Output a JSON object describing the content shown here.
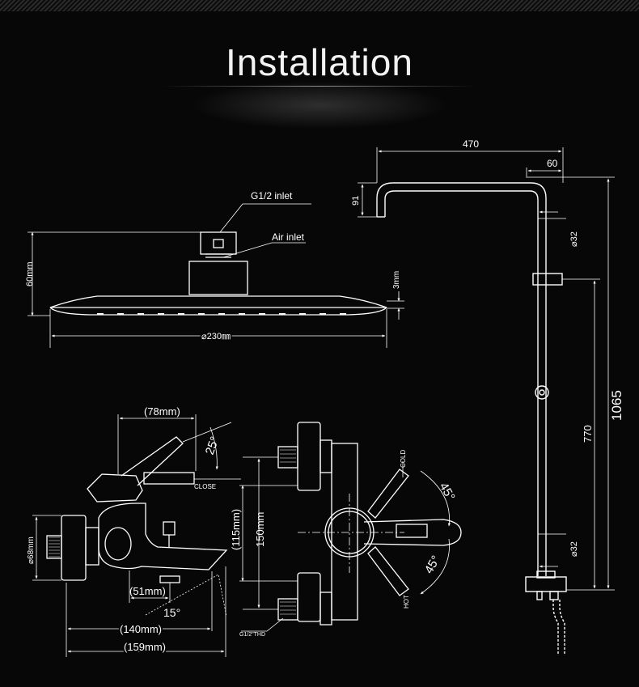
{
  "title": "Installation",
  "shower_head": {
    "inlet_label": "G1/2 inlet",
    "air_label": "Air inlet",
    "height_label": "60mm",
    "thickness_label": "3mm",
    "diameter_label": "⌀230㎜"
  },
  "riser": {
    "arm_length": "470",
    "arm_offset": "60",
    "arm_drop": "91",
    "pipe_dia_top": "⌀32",
    "pipe_dia_bottom": "⌀32",
    "total_height": "1065",
    "slide_length": "770"
  },
  "mixer_side": {
    "lever_reach": "(78mm)",
    "lever_angle": "25°",
    "close_label": "CLOSE",
    "flange_dia": "⌀68mm",
    "spout_offset": "(51mm)",
    "spout_angle": "15°",
    "depth_inner": "(140mm)",
    "depth_outer": "(159mm)"
  },
  "mixer_front": {
    "centers": "(115mm)",
    "height": "150mm",
    "thread_label": "G1/2\"THD",
    "cold_label": "COLD",
    "hot_label": "HOT",
    "angle_cold": "45°",
    "angle_hot": "45°"
  }
}
